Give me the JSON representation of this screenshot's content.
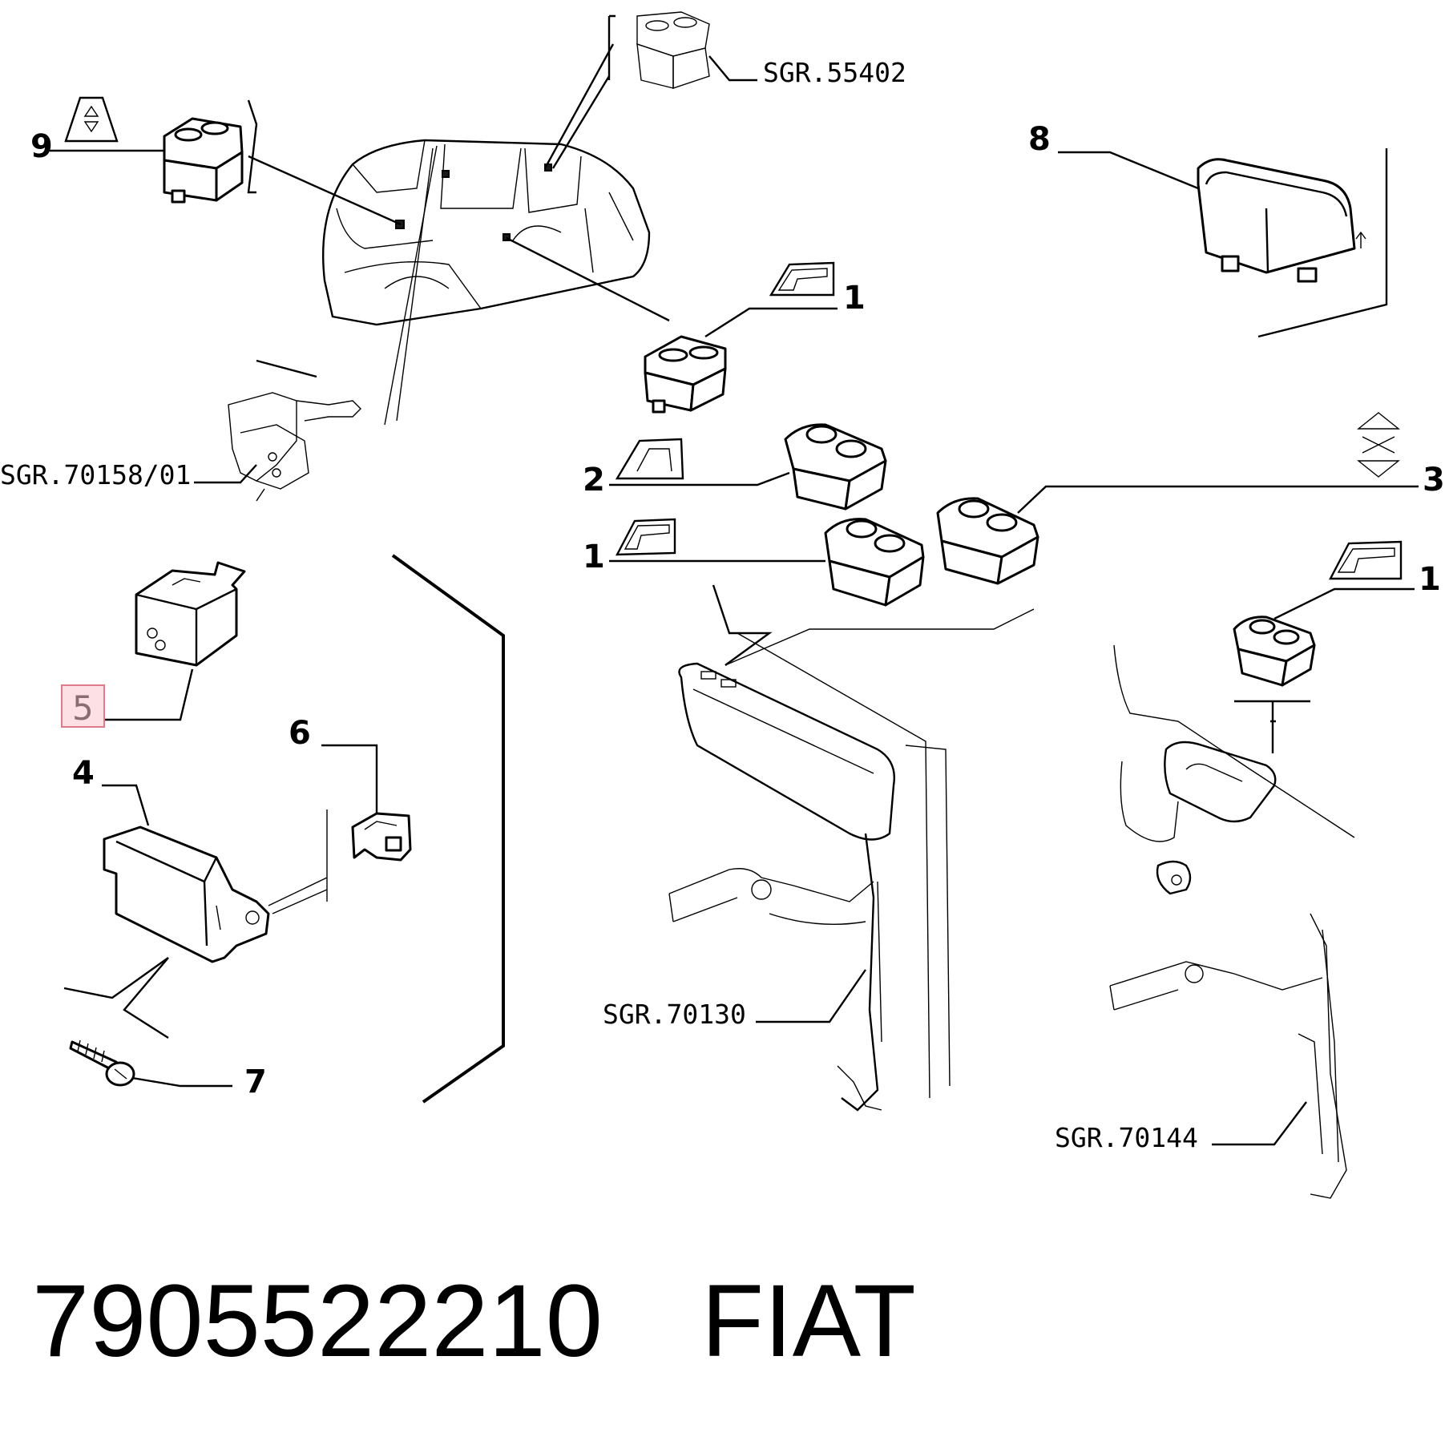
{
  "callouts": {
    "c9": "9",
    "c8": "8",
    "c1a": "1",
    "c2": "2",
    "c1b": "1",
    "c3": "3",
    "c1c": "1",
    "c5": "5",
    "c6": "6",
    "c4": "4",
    "c7": "7"
  },
  "references": {
    "r1": "SGR.55402",
    "r2": "SGR.70158/01",
    "r3": "SGR.70130",
    "r4": "SGR.70144"
  },
  "highlight": {
    "callout": "5",
    "color": "#fde0e6",
    "border": "#e07b8e"
  },
  "footer": {
    "part_number": "7905522210",
    "brand": "FIAT"
  }
}
